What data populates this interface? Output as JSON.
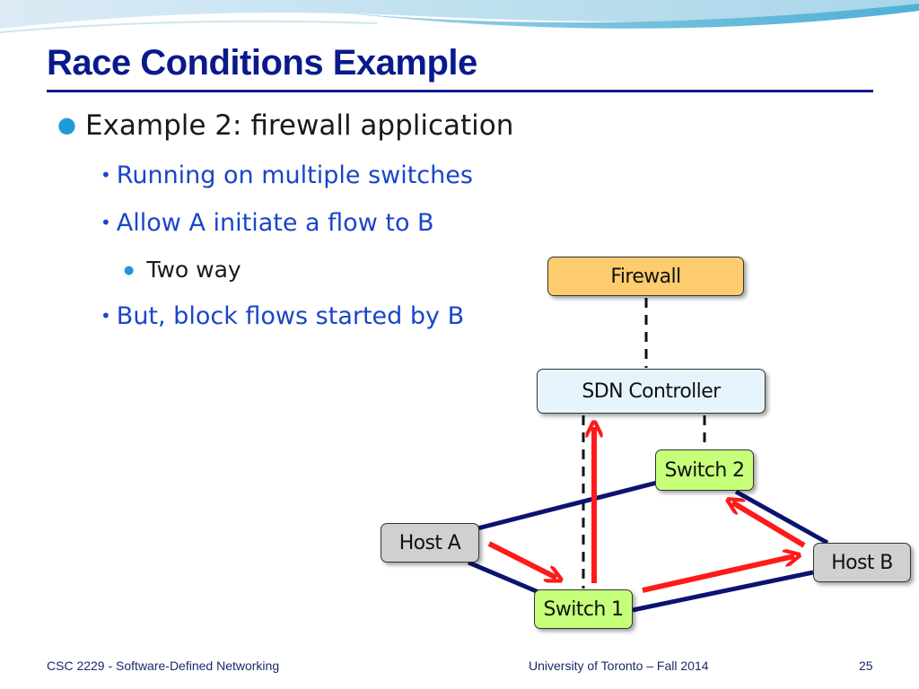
{
  "slide": {
    "title": "Race Conditions Example",
    "bullets": {
      "level1": "Example 2: firewall application",
      "level2_a": "Running on multiple switches",
      "level2_b": "Allow A initiate a flow to B",
      "level3_a": "Two way",
      "level2_c": "But, block flows started by B"
    },
    "diagram": {
      "firewall": "Firewall",
      "controller": "SDN Controller",
      "switch2": "Switch 2",
      "host_a": "Host A",
      "host_b": "Host B",
      "switch1": "Switch 1"
    },
    "footer": {
      "course": "CSC 2229 - Software-Defined Networking",
      "institution": "University of Toronto – Fall 2014",
      "page": "25"
    }
  },
  "colors": {
    "title": "#0a1a8c",
    "bullet_blue": "#1a45c8",
    "link_navy": "#0a1470",
    "arrow_red": "#ff1a1a",
    "firewall_fill": "#fccc6e",
    "controller_fill": "#e6f5fc",
    "switch_fill": "#c6ff7a",
    "host_fill": "#d0d0d0"
  }
}
